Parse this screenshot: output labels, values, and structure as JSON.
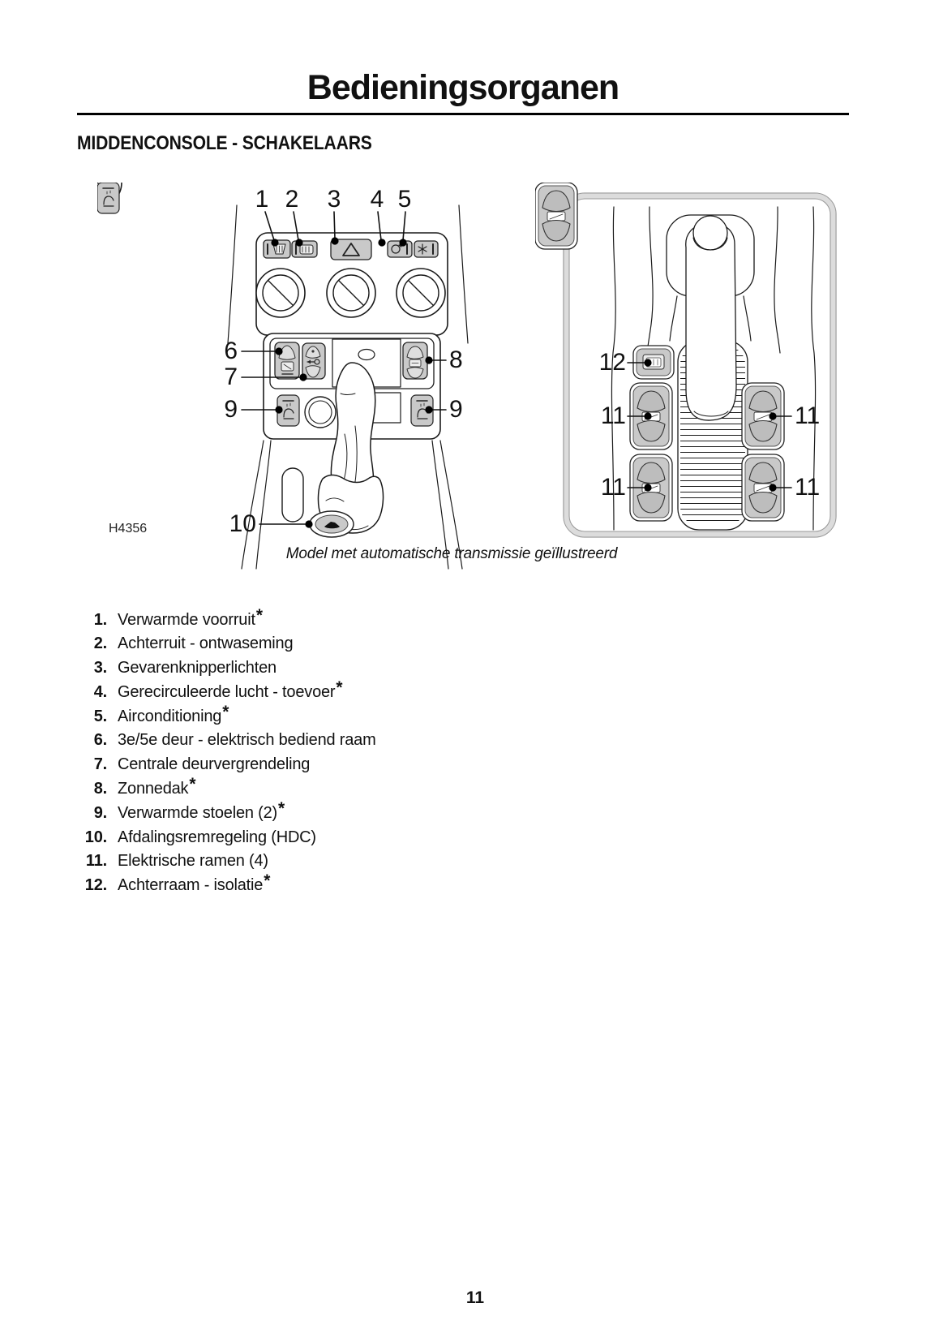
{
  "page_title": "Bedieningsorganen",
  "section_heading": "MIDDENCONSOLE - SCHAKELAARS",
  "figure": {
    "drawing_code": "H4356",
    "caption": "Model met automatische transmissie geïllustreerd",
    "callouts": {
      "c1": "1",
      "c2": "2",
      "c3": "3",
      "c4": "4",
      "c5": "5",
      "c6": "6",
      "c7": "7",
      "c8": "8",
      "c9": "9",
      "c10": "10",
      "c11": "11",
      "c12": "12"
    }
  },
  "legend": [
    {
      "num": "1.",
      "text": "Verwarmde voorruit",
      "star": "*"
    },
    {
      "num": "2.",
      "text": "Achterruit - ontwaseming",
      "star": ""
    },
    {
      "num": "3.",
      "text": "Gevarenknipperlichten",
      "star": ""
    },
    {
      "num": "4.",
      "text": "Gerecirculeerde lucht - toevoer",
      "star": "*"
    },
    {
      "num": "5.",
      "text": "Airconditioning",
      "star": "*"
    },
    {
      "num": "6.",
      "text": "3e/5e deur - elektrisch bediend raam",
      "star": ""
    },
    {
      "num": "7.",
      "text": "Centrale deurvergrendeling",
      "star": ""
    },
    {
      "num": "8.",
      "text": "Zonnedak",
      "star": "*"
    },
    {
      "num": "9.",
      "text": "Verwarmde stoelen (2)",
      "star": "*"
    },
    {
      "num": "10.",
      "text": "Afdalingsremregeling (HDC)",
      "star": ""
    },
    {
      "num": "11.",
      "text": "Elektrische ramen (4)",
      "star": ""
    },
    {
      "num": "12.",
      "text": "Achterraam - isolatie",
      "star": "*"
    }
  ],
  "page_number": "11"
}
